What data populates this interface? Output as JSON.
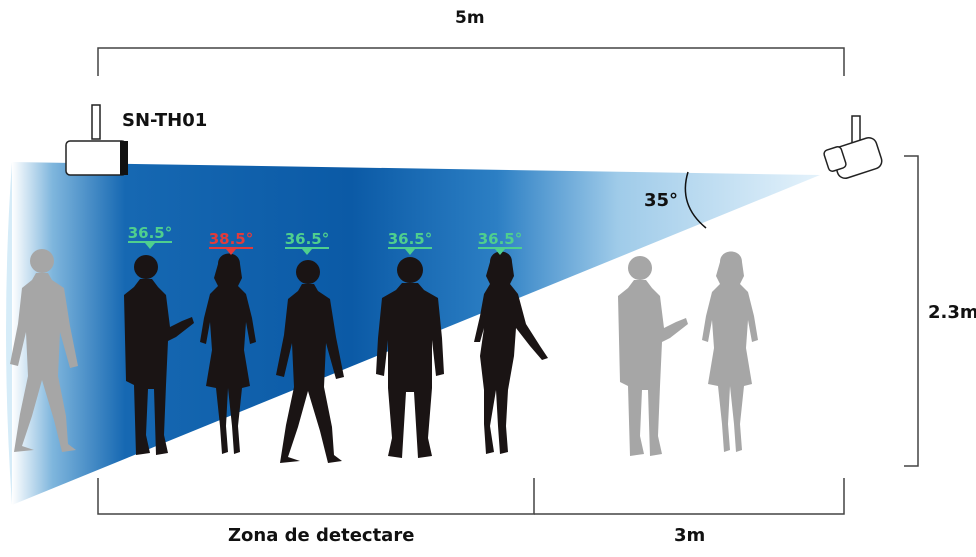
{
  "labels": {
    "total_width": "5m",
    "device": "SN-TH01",
    "angle": "35°",
    "height": "2.3m",
    "zone": "Zona de detectare",
    "distance": "3m"
  },
  "readings": [
    {
      "value": "36.5°",
      "status": "normal"
    },
    {
      "value": "38.5°",
      "status": "fever"
    },
    {
      "value": "36.5°",
      "status": "normal"
    },
    {
      "value": "36.5°",
      "status": "normal"
    },
    {
      "value": "36.5°",
      "status": "normal"
    }
  ],
  "colors": {
    "normal": "#4fcf8e",
    "fever": "#e23b3b",
    "beam_dark": "#0b5aa6",
    "beam_light": "#d6ecf8",
    "person_inside": "#1a1414",
    "person_outside": "#a6a6a6"
  }
}
